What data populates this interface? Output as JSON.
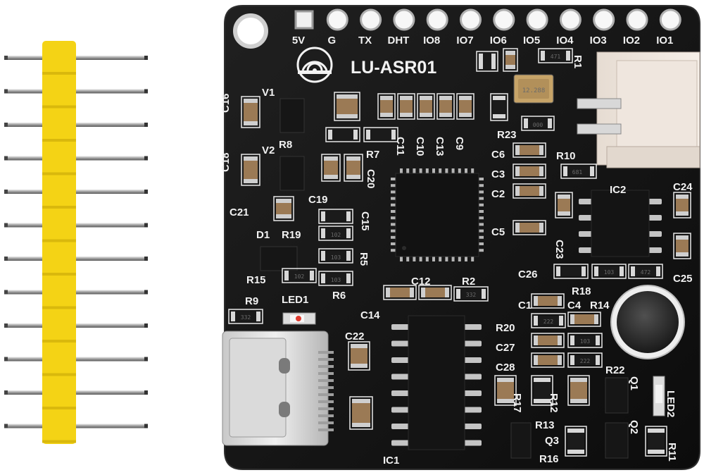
{
  "header_pins": [
    "5V",
    "G",
    "TX",
    "DHT",
    "IO8",
    "IO7",
    "IO6",
    "IO5",
    "IO4",
    "IO3",
    "IO2",
    "IO1"
  ],
  "board": {
    "title": "LU-ASR01",
    "labels": {
      "c16": "C16",
      "v1": "V1",
      "v2": "V2",
      "r8": "R8",
      "c18": "C18",
      "c21": "C21",
      "d1": "D1",
      "r19": "R19",
      "r15": "R15",
      "r9": "R9",
      "led1": "LED1",
      "c19": "C19",
      "c20": "C20",
      "r7": "R7",
      "c15": "C15",
      "r5": "R5",
      "r6": "R6",
      "c14": "C14",
      "c12": "C12",
      "r2": "R2",
      "c22": "C22",
      "ic1": "IC1",
      "c11": "C11",
      "c10": "C10",
      "c13": "C13",
      "c9": "C9",
      "r23": "R23",
      "c6": "C6",
      "c3": "C3",
      "c2": "C2",
      "c5": "C5",
      "r10": "R10",
      "r1": "R1",
      "ic2": "IC2",
      "c24": "C24",
      "c23": "C23",
      "c25": "C25",
      "c26": "C26",
      "r18": "R18",
      "c1": "C1",
      "c4": "C4",
      "r14": "R14",
      "r20": "R20",
      "c27": "C27",
      "c28": "C28",
      "r17": "R17",
      "r12": "R12",
      "r13": "R13",
      "r22": "R22",
      "q1": "Q1",
      "led2": "LED2",
      "q2": "Q2",
      "q3": "Q3",
      "r16": "R16",
      "r11": "R11"
    },
    "codes": {
      "r1": "471",
      "r23": "000",
      "r10": "681",
      "r19": "102",
      "r5": "103",
      "r6": "103",
      "r15": "102",
      "r9": "332",
      "r2": "332",
      "r18": "103",
      "r14": "472",
      "r20": "222",
      "c4": "103",
      "r13": "222"
    },
    "crystal": "12.288"
  },
  "usb_connector": "usb-c",
  "pin_header_count": 12
}
